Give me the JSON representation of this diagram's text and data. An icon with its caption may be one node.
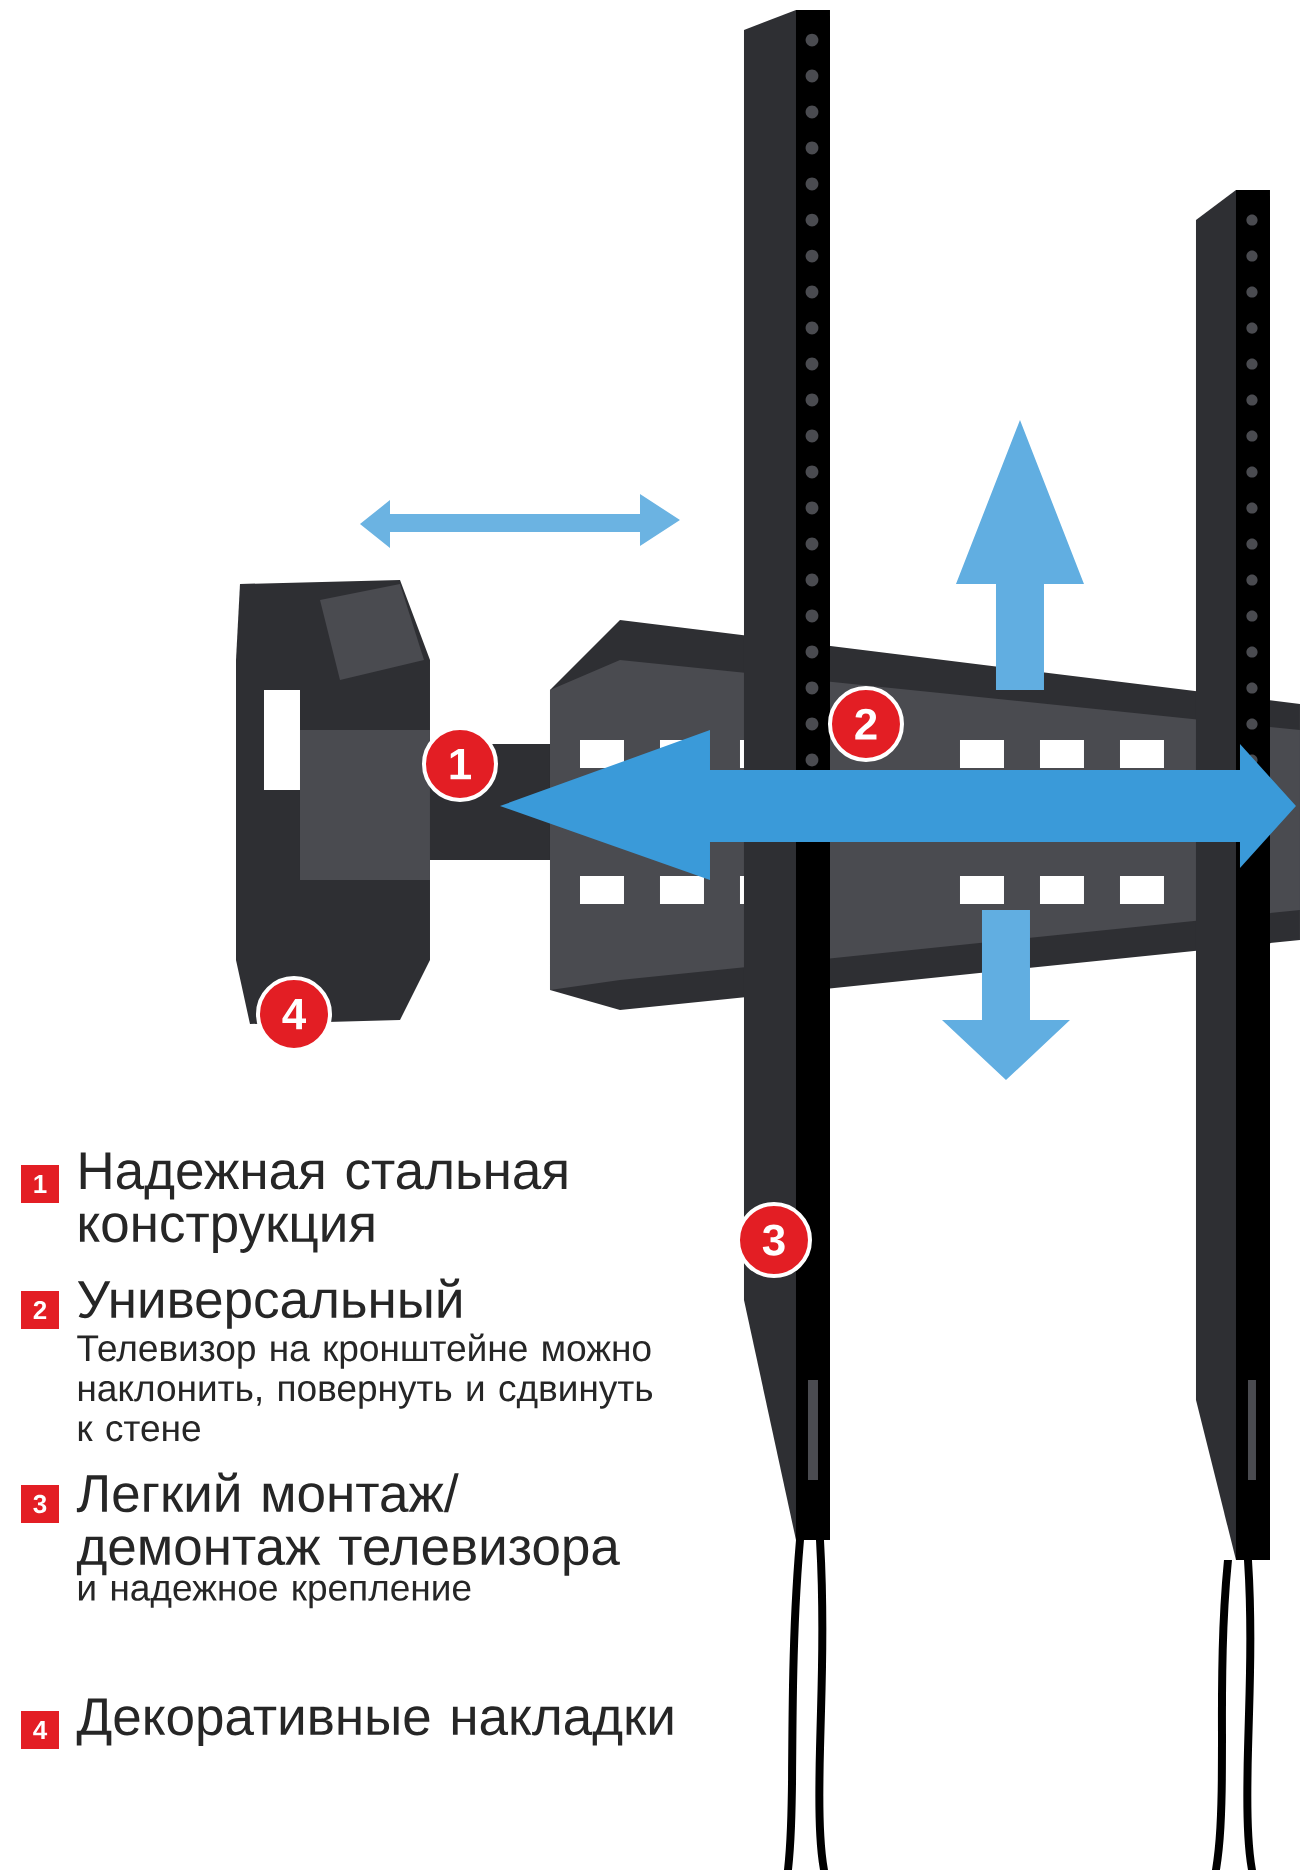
{
  "diagram": {
    "nodes": [
      {
        "text": [
          "1"
        ]
      },
      {
        "text": [
          "2"
        ]
      },
      {
        "text": [
          "3"
        ]
      },
      {
        "text": [
          "4"
        ]
      },
      {
        "text": [
          "1"
        ],
        "beside": [
          "Надежная стальная конструкция"
        ]
      },
      {
        "text": [
          "2"
        ],
        "beside": [
          "Универсальный",
          "Телевизор на кронштейне можно наклонить, повернуть и сдвинуть к стене"
        ]
      },
      {
        "text": [
          "3"
        ],
        "beside": [
          "Легкий монтаж/ демонтаж телевизора",
          "и надежное крепление"
        ]
      },
      {
        "text": [
          "4"
        ],
        "beside": [
          "Декоративные накладки"
        ]
      }
    ]
  }
}
